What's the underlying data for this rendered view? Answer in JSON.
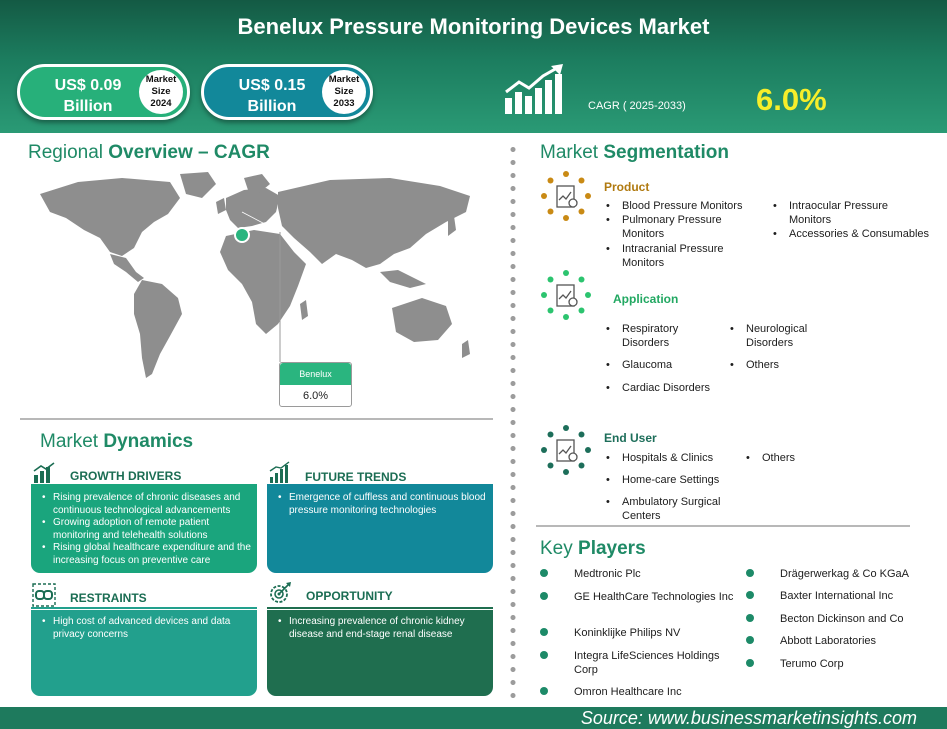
{
  "header": {
    "title": "Benelux Pressure Monitoring Devices Market",
    "size_2024": {
      "value_line1": "US$ 0.09",
      "value_line2": "Billion",
      "label_line1": "Market",
      "label_line2": "Size",
      "label_line3": "2024"
    },
    "size_2033": {
      "value_line1": "US$ 0.15",
      "value_line2": "Billion",
      "label_line1": "Market",
      "label_line2": "Size",
      "label_line3": "2033"
    },
    "cagr_label": "CAGR ( 2025-2033)",
    "cagr_value": "6.0%"
  },
  "regional": {
    "heading_light": "Regional ",
    "heading_bold": "Overview – CAGR",
    "region_name": "Benelux",
    "region_value": "6.0%"
  },
  "dynamics": {
    "heading_light": "Market ",
    "heading_bold": "Dynamics",
    "drivers": {
      "title": "GROWTH DRIVERS",
      "items": [
        "Rising prevalence of chronic diseases and continuous technological advancements",
        "Growing adoption of remote patient monitoring and telehealth solutions",
        "Rising global healthcare expenditure and the increasing focus on preventive care"
      ]
    },
    "trends": {
      "title": "FUTURE TRENDS",
      "items": [
        "Emergence of cuffless and continuous blood pressure monitoring technologies"
      ]
    },
    "restraints": {
      "title": "RESTRAINTS",
      "items": [
        "High cost of advanced devices and data privacy concerns"
      ]
    },
    "opportunity": {
      "title": "OPPORTUNITY",
      "items": [
        "Increasing prevalence of chronic kidney disease and end-stage renal disease"
      ]
    }
  },
  "segmentation": {
    "heading_light": "Market ",
    "heading_bold": "Segmentation",
    "product": {
      "title": "Product",
      "items": [
        "Blood Pressure Monitors",
        "Pulmonary Pressure Monitors",
        "Intracranial Pressure Monitors",
        "Intraocular Pressure Monitors",
        "Accessories & Consumables"
      ]
    },
    "application": {
      "title": "Application",
      "items": [
        "Respiratory Disorders",
        "Glaucoma",
        "Cardiac Disorders",
        "Neurological Disorders",
        "Others"
      ]
    },
    "end_user": {
      "title": "End User",
      "items": [
        "Hospitals & Clinics",
        "Home-care Settings",
        "Ambulatory Surgical Centers",
        "Others"
      ]
    }
  },
  "key_players": {
    "heading_light": "Key ",
    "heading_bold": "Players",
    "left": [
      "Medtronic Plc",
      "GE HealthCare Technologies Inc",
      "Koninklijke Philips NV",
      "Integra LifeSciences Holdings Corp",
      "Omron Healthcare Inc"
    ],
    "right": [
      "Drägerwerkag & Co KGaA",
      "Baxter International Inc",
      "Becton Dickinson and Co",
      "Abbott Laboratories",
      "Terumo Corp"
    ]
  },
  "footer": {
    "source": "Source:  www.businessmarketinsights.com"
  },
  "colors": {
    "header_green": "#1c7d5f",
    "pill_green": "#27b07a",
    "pill_teal": "#12889a",
    "cagr_yellow": "#f7ee2a",
    "product_gold": "#c98a14",
    "application_green": "#2cc46f",
    "end_user_teal": "#1d6e5a"
  },
  "icons": {
    "cagr": "growth-chart-icon",
    "drivers": "bar-chart-icon",
    "trends": "trend-bars-icon",
    "restraints": "broken-link-icon",
    "opportunity": "target-gear-icon",
    "segment": "gear-document-icon"
  }
}
